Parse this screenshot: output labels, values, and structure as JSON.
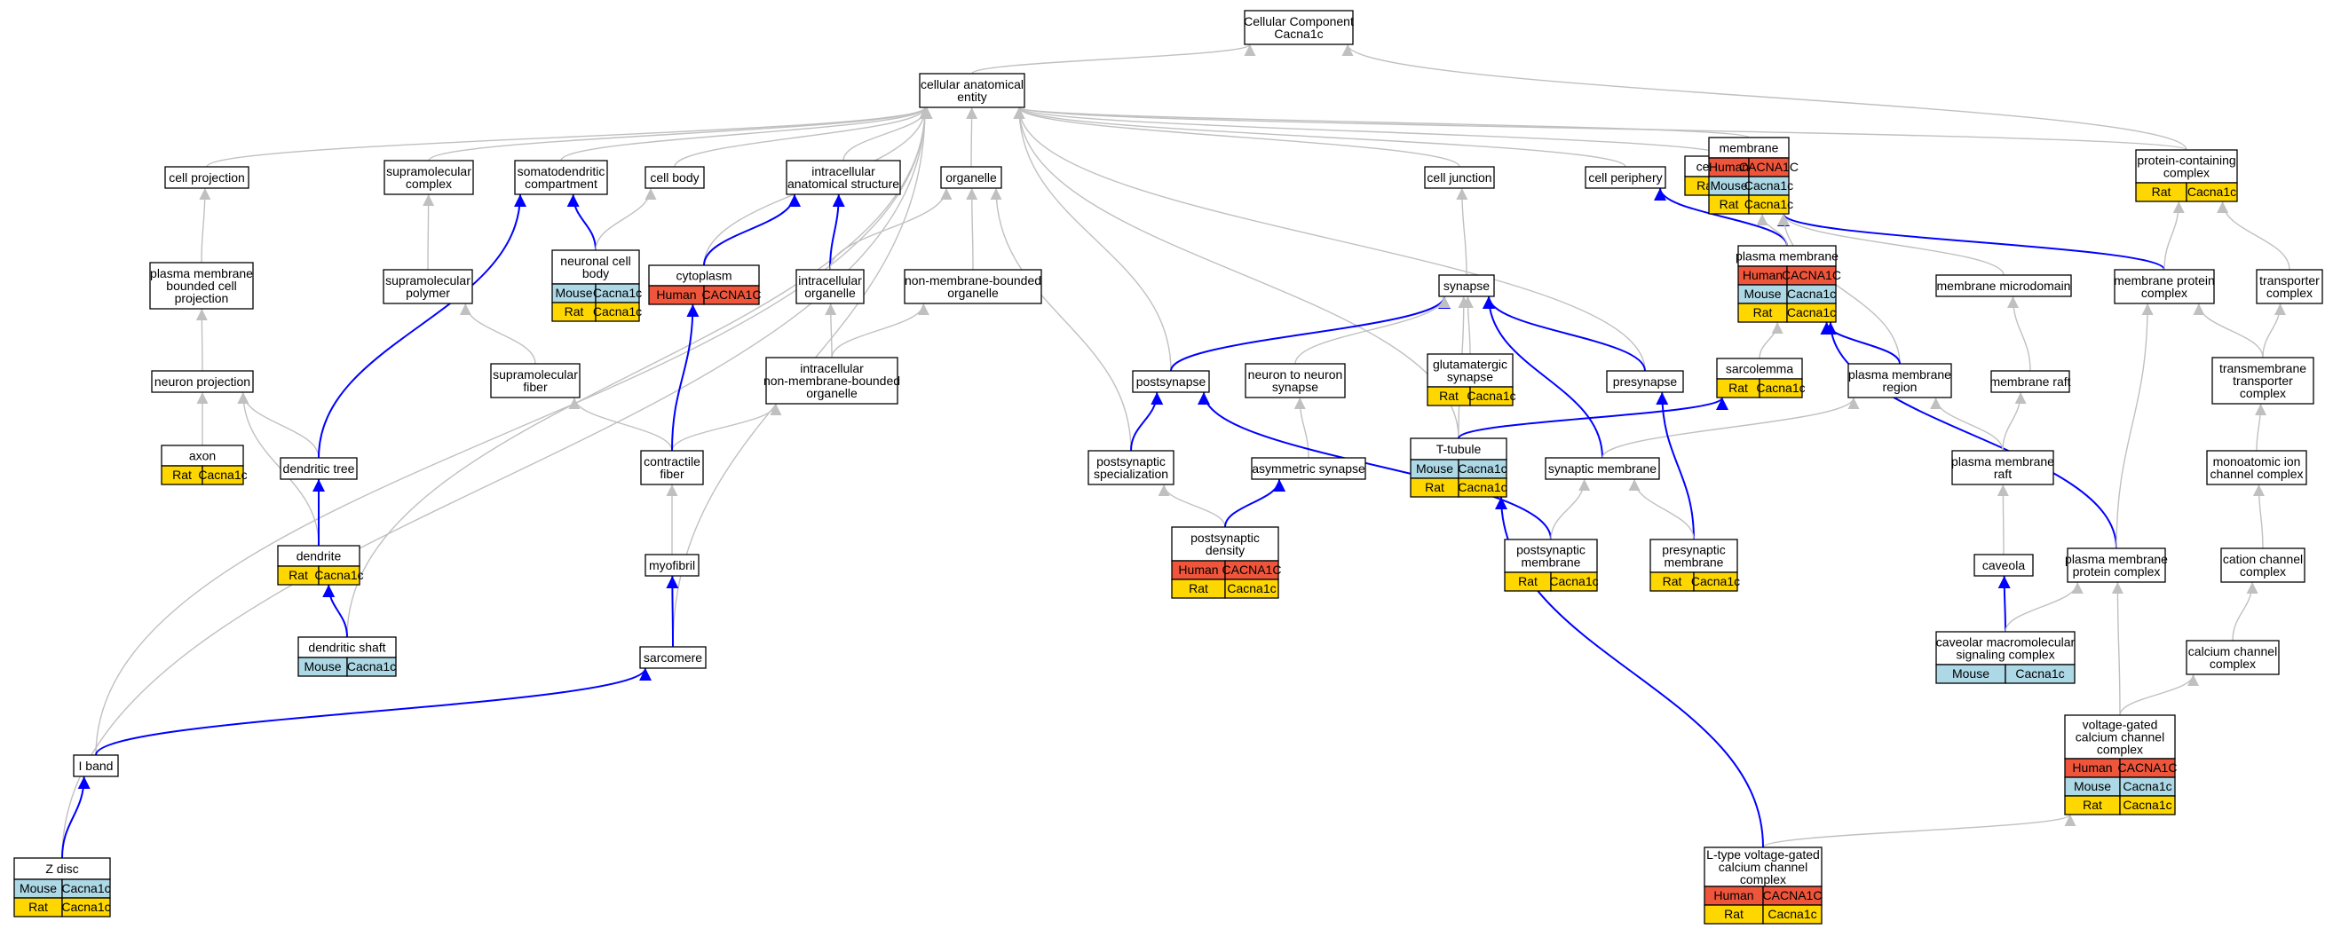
{
  "colors": {
    "gray_edge": "#c0c0c0",
    "blue_edge": "#0000ff",
    "human": "#ef553b",
    "mouse": "#add8e6",
    "rat": "#ffd700",
    "node_border": "#000000"
  },
  "nodes": [
    {
      "id": "cellular_component",
      "lines": [
        "Cellular Component",
        "Cacna1c"
      ],
      "orgs": []
    },
    {
      "id": "cellular_anatomical_entity",
      "lines": [
        "cellular anatomical",
        "entity"
      ],
      "orgs": []
    },
    {
      "id": "cell_projection",
      "lines": [
        "cell projection"
      ],
      "orgs": []
    },
    {
      "id": "supramolecular_complex",
      "lines": [
        "supramolecular",
        "complex"
      ],
      "orgs": []
    },
    {
      "id": "somatodendritic_compartment",
      "lines": [
        "somatodendritic",
        "compartment"
      ],
      "orgs": []
    },
    {
      "id": "cell_body",
      "lines": [
        "cell body"
      ],
      "orgs": []
    },
    {
      "id": "intracellular_anatomical_structure",
      "lines": [
        "intracellular",
        "anatomical structure"
      ],
      "orgs": []
    },
    {
      "id": "organelle",
      "lines": [
        "organelle"
      ],
      "orgs": []
    },
    {
      "id": "cell_junction",
      "lines": [
        "cell junction"
      ],
      "orgs": []
    },
    {
      "id": "cell_periphery",
      "lines": [
        "cell periphery"
      ],
      "orgs": []
    },
    {
      "id": "cell_surface",
      "lines": [
        "cell surface"
      ],
      "orgs": [
        [
          "Rat",
          "Cacna1c"
        ]
      ]
    },
    {
      "id": "membrane",
      "lines": [
        "membrane"
      ],
      "orgs": [
        [
          "Human",
          "CACNA1C"
        ],
        [
          "Mouse",
          "Cacna1c"
        ],
        [
          "Rat",
          "Cacna1c"
        ]
      ]
    },
    {
      "id": "protein_containing_complex",
      "lines": [
        "protein-containing",
        "complex"
      ],
      "orgs": [
        [
          "Rat",
          "Cacna1c"
        ]
      ]
    },
    {
      "id": "plasma_membrane_bounded_cell_projection",
      "lines": [
        "plasma membrane",
        "bounded cell",
        "projection"
      ],
      "orgs": []
    },
    {
      "id": "supramolecular_polymer",
      "lines": [
        "supramolecular",
        "polymer"
      ],
      "orgs": []
    },
    {
      "id": "neuronal_cell_body",
      "lines": [
        "neuronal cell",
        "body"
      ],
      "orgs": [
        [
          "Mouse",
          "Cacna1c"
        ],
        [
          "Rat",
          "Cacna1c"
        ]
      ]
    },
    {
      "id": "cytoplasm",
      "lines": [
        "cytoplasm"
      ],
      "orgs": [
        [
          "Human",
          "CACNA1C"
        ]
      ]
    },
    {
      "id": "intracellular_organelle",
      "lines": [
        "intracellular",
        "organelle"
      ],
      "orgs": []
    },
    {
      "id": "non_membrane_bounded_organelle",
      "lines": [
        "non-membrane-bounded",
        "organelle"
      ],
      "orgs": []
    },
    {
      "id": "synapse",
      "lines": [
        "synapse"
      ],
      "orgs": []
    },
    {
      "id": "plasma_membrane",
      "lines": [
        "plasma membrane"
      ],
      "orgs": [
        [
          "Human",
          "CACNA1C"
        ],
        [
          "Mouse",
          "Cacna1c"
        ],
        [
          "Rat",
          "Cacna1c"
        ]
      ]
    },
    {
      "id": "membrane_microdomain",
      "lines": [
        "membrane microdomain"
      ],
      "orgs": []
    },
    {
      "id": "membrane_protein_complex",
      "lines": [
        "membrane protein",
        "complex"
      ],
      "orgs": []
    },
    {
      "id": "transporter_complex",
      "lines": [
        "transporter",
        "complex"
      ],
      "orgs": []
    },
    {
      "id": "neuron_projection",
      "lines": [
        "neuron projection"
      ],
      "orgs": []
    },
    {
      "id": "supramolecular_fiber",
      "lines": [
        "supramolecular",
        "fiber"
      ],
      "orgs": []
    },
    {
      "id": "intracellular_non_membrane_bounded_organelle",
      "lines": [
        "intracellular",
        "non-membrane-bounded",
        "organelle"
      ],
      "orgs": []
    },
    {
      "id": "postsynapse",
      "lines": [
        "postsynapse"
      ],
      "orgs": []
    },
    {
      "id": "neuron_to_neuron_synapse",
      "lines": [
        "neuron to neuron",
        "synapse"
      ],
      "orgs": []
    },
    {
      "id": "glutamatergic_synapse",
      "lines": [
        "glutamatergic",
        "synapse"
      ],
      "orgs": [
        [
          "Rat",
          "Cacna1c"
        ]
      ]
    },
    {
      "id": "presynapse",
      "lines": [
        "presynapse"
      ],
      "orgs": []
    },
    {
      "id": "sarcolemma",
      "lines": [
        "sarcolemma"
      ],
      "orgs": [
        [
          "Rat",
          "Cacna1c"
        ]
      ]
    },
    {
      "id": "plasma_membrane_region",
      "lines": [
        "plasma membrane",
        "region"
      ],
      "orgs": []
    },
    {
      "id": "membrane_raft",
      "lines": [
        "membrane raft"
      ],
      "orgs": []
    },
    {
      "id": "transmembrane_transporter_complex",
      "lines": [
        "transmembrane",
        "transporter",
        "complex"
      ],
      "orgs": []
    },
    {
      "id": "axon",
      "lines": [
        "axon"
      ],
      "orgs": [
        [
          "Rat",
          "Cacna1c"
        ]
      ]
    },
    {
      "id": "dendritic_tree",
      "lines": [
        "dendritic tree"
      ],
      "orgs": []
    },
    {
      "id": "contractile_fiber",
      "lines": [
        "contractile",
        "fiber"
      ],
      "orgs": []
    },
    {
      "id": "postsynaptic_specialization",
      "lines": [
        "postsynaptic",
        "specialization"
      ],
      "orgs": []
    },
    {
      "id": "asymmetric_synapse",
      "lines": [
        "asymmetric synapse"
      ],
      "orgs": []
    },
    {
      "id": "t_tubule",
      "lines": [
        "T-tubule"
      ],
      "orgs": [
        [
          "Mouse",
          "Cacna1c"
        ],
        [
          "Rat",
          "Cacna1c"
        ]
      ]
    },
    {
      "id": "synaptic_membrane",
      "lines": [
        "synaptic membrane"
      ],
      "orgs": []
    },
    {
      "id": "plasma_membrane_raft",
      "lines": [
        "plasma membrane",
        "raft"
      ],
      "orgs": []
    },
    {
      "id": "monoatomic_ion_channel_complex",
      "lines": [
        "monoatomic ion",
        "channel complex"
      ],
      "orgs": []
    },
    {
      "id": "dendrite",
      "lines": [
        "dendrite"
      ],
      "orgs": [
        [
          "Rat",
          "Cacna1c"
        ]
      ]
    },
    {
      "id": "myofibril",
      "lines": [
        "myofibril"
      ],
      "orgs": []
    },
    {
      "id": "postsynaptic_density",
      "lines": [
        "postsynaptic",
        "density"
      ],
      "orgs": [
        [
          "Human",
          "CACNA1C"
        ],
        [
          "Rat",
          "Cacna1c"
        ]
      ]
    },
    {
      "id": "postsynaptic_membrane",
      "lines": [
        "postsynaptic",
        "membrane"
      ],
      "orgs": [
        [
          "Rat",
          "Cacna1c"
        ]
      ]
    },
    {
      "id": "presynaptic_membrane",
      "lines": [
        "presynaptic",
        "membrane"
      ],
      "orgs": [
        [
          "Rat",
          "Cacna1c"
        ]
      ]
    },
    {
      "id": "caveola",
      "lines": [
        "caveola"
      ],
      "orgs": []
    },
    {
      "id": "plasma_membrane_protein_complex",
      "lines": [
        "plasma membrane",
        "protein complex"
      ],
      "orgs": []
    },
    {
      "id": "cation_channel_complex",
      "lines": [
        "cation channel",
        "complex"
      ],
      "orgs": []
    },
    {
      "id": "dendritic_shaft",
      "lines": [
        "dendritic shaft"
      ],
      "orgs": [
        [
          "Mouse",
          "Cacna1c"
        ]
      ]
    },
    {
      "id": "sarcomere",
      "lines": [
        "sarcomere"
      ],
      "orgs": []
    },
    {
      "id": "caveolar_macromolecular_signaling_complex",
      "lines": [
        "caveolar macromolecular",
        "signaling complex"
      ],
      "orgs": [
        [
          "Mouse",
          "Cacna1c"
        ]
      ]
    },
    {
      "id": "calcium_channel_complex",
      "lines": [
        "calcium channel",
        "complex"
      ],
      "orgs": []
    },
    {
      "id": "i_band",
      "lines": [
        "I band"
      ],
      "orgs": []
    },
    {
      "id": "voltage_gated_calcium_channel_complex",
      "lines": [
        "voltage-gated",
        "calcium channel",
        "complex"
      ],
      "orgs": [
        [
          "Human",
          "CACNA1C"
        ],
        [
          "Mouse",
          "Cacna1c"
        ],
        [
          "Rat",
          "Cacna1c"
        ]
      ]
    },
    {
      "id": "z_disc",
      "lines": [
        "Z disc"
      ],
      "orgs": [
        [
          "Mouse",
          "Cacna1c"
        ],
        [
          "Rat",
          "Cacna1c"
        ]
      ]
    },
    {
      "id": "l_type_voltage_gated_calcium_channel_complex",
      "lines": [
        "L-type voltage-gated",
        "calcium channel",
        "complex"
      ],
      "orgs": [
        [
          "Human",
          "CACNA1C"
        ],
        [
          "Rat",
          "Cacna1c"
        ]
      ]
    }
  ],
  "edges": [
    [
      "cellular_anatomical_entity",
      "cellular_component",
      "gray"
    ],
    [
      "protein_containing_complex",
      "cellular_component",
      "gray"
    ],
    [
      "cell_projection",
      "cellular_anatomical_entity",
      "gray"
    ],
    [
      "supramolecular_complex",
      "cellular_anatomical_entity",
      "gray"
    ],
    [
      "somatodendritic_compartment",
      "cellular_anatomical_entity",
      "gray"
    ],
    [
      "cell_body",
      "cellular_anatomical_entity",
      "gray"
    ],
    [
      "intracellular_anatomical_structure",
      "cellular_anatomical_entity",
      "gray"
    ],
    [
      "organelle",
      "cellular_anatomical_entity",
      "gray"
    ],
    [
      "cell_junction",
      "cellular_anatomical_entity",
      "gray"
    ],
    [
      "cell_periphery",
      "cellular_anatomical_entity",
      "gray"
    ],
    [
      "cell_surface",
      "cellular_anatomical_entity",
      "gray"
    ],
    [
      "membrane",
      "cellular_anatomical_entity",
      "gray"
    ],
    [
      "protein_containing_complex",
      "cellular_anatomical_entity",
      "gray"
    ],
    [
      "z_disc",
      "cellular_anatomical_entity",
      "gray"
    ],
    [
      "i_band",
      "cellular_anatomical_entity",
      "gray"
    ],
    [
      "dendritic_shaft",
      "cellular_anatomical_entity",
      "gray"
    ],
    [
      "sarcomere",
      "cellular_anatomical_entity",
      "gray"
    ],
    [
      "cytoplasm",
      "cellular_anatomical_entity",
      "gray"
    ],
    [
      "postsynapse",
      "cellular_anatomical_entity",
      "gray"
    ],
    [
      "t_tubule",
      "cellular_anatomical_entity",
      "gray"
    ],
    [
      "presynapse",
      "cellular_anatomical_entity",
      "gray"
    ],
    [
      "plasma_membrane_bounded_cell_projection",
      "cell_projection",
      "gray"
    ],
    [
      "neuron_projection",
      "plasma_membrane_bounded_cell_projection",
      "gray"
    ],
    [
      "supramolecular_polymer",
      "supramolecular_complex",
      "gray"
    ],
    [
      "neuronal_cell_body",
      "somatodendritic_compartment",
      "blue"
    ],
    [
      "neuronal_cell_body",
      "cell_body",
      "gray"
    ],
    [
      "cytoplasm",
      "intracellular_anatomical_structure",
      "blue"
    ],
    [
      "intracellular_organelle",
      "intracellular_anatomical_structure",
      "blue"
    ],
    [
      "intracellular_organelle",
      "organelle",
      "gray"
    ],
    [
      "non_membrane_bounded_organelle",
      "organelle",
      "gray"
    ],
    [
      "postsynaptic_specialization",
      "organelle",
      "gray"
    ],
    [
      "plasma_membrane",
      "cell_periphery",
      "blue"
    ],
    [
      "plasma_membrane",
      "membrane",
      "gray"
    ],
    [
      "membrane_protein_complex",
      "membrane",
      "blue"
    ],
    [
      "membrane_microdomain",
      "membrane",
      "gray"
    ],
    [
      "plasma_membrane_region",
      "membrane",
      "gray"
    ],
    [
      "membrane_protein_complex",
      "protein_containing_complex",
      "gray"
    ],
    [
      "transporter_complex",
      "protein_containing_complex",
      "gray"
    ],
    [
      "supramolecular_fiber",
      "supramolecular_polymer",
      "gray"
    ],
    [
      "contractile_fiber",
      "supramolecular_fiber",
      "gray"
    ],
    [
      "intracellular_non_membrane_bounded_organelle",
      "intracellular_organelle",
      "gray"
    ],
    [
      "intracellular_non_membrane_bounded_organelle",
      "non_membrane_bounded_organelle",
      "gray"
    ],
    [
      "contractile_fiber",
      "intracellular_non_membrane_bounded_organelle",
      "gray"
    ],
    [
      "contractile_fiber",
      "cytoplasm",
      "blue"
    ],
    [
      "synapse",
      "cell_junction",
      "gray"
    ],
    [
      "postsynapse",
      "synapse",
      "blue"
    ],
    [
      "neuron_to_neuron_synapse",
      "synapse",
      "gray"
    ],
    [
      "glutamatergic_synapse",
      "synapse",
      "gray"
    ],
    [
      "presynapse",
      "synapse",
      "blue"
    ],
    [
      "synaptic_membrane",
      "synapse",
      "blue"
    ],
    [
      "t_tubule",
      "synapse",
      "gray"
    ],
    [
      "t_tubule",
      "sarcolemma",
      "blue"
    ],
    [
      "sarcolemma",
      "plasma_membrane",
      "gray"
    ],
    [
      "plasma_membrane_region",
      "plasma_membrane",
      "blue"
    ],
    [
      "plasma_membrane_protein_complex",
      "plasma_membrane",
      "blue"
    ],
    [
      "synaptic_membrane",
      "plasma_membrane_region",
      "gray"
    ],
    [
      "plasma_membrane_raft",
      "plasma_membrane_region",
      "gray"
    ],
    [
      "membrane_raft",
      "membrane_microdomain",
      "gray"
    ],
    [
      "plasma_membrane_raft",
      "membrane_raft",
      "gray"
    ],
    [
      "caveola",
      "plasma_membrane_raft",
      "gray"
    ],
    [
      "caveolar_macromolecular_signaling_complex",
      "caveola",
      "blue"
    ],
    [
      "caveolar_macromolecular_signaling_complex",
      "plasma_membrane_protein_complex",
      "gray"
    ],
    [
      "plasma_membrane_protein_complex",
      "membrane_protein_complex",
      "gray"
    ],
    [
      "transmembrane_transporter_complex",
      "membrane_protein_complex",
      "gray"
    ],
    [
      "transmembrane_transporter_complex",
      "transporter_complex",
      "gray"
    ],
    [
      "monoatomic_ion_channel_complex",
      "transmembrane_transporter_complex",
      "gray"
    ],
    [
      "cation_channel_complex",
      "monoatomic_ion_channel_complex",
      "gray"
    ],
    [
      "calcium_channel_complex",
      "cation_channel_complex",
      "gray"
    ],
    [
      "voltage_gated_calcium_channel_complex",
      "calcium_channel_complex",
      "gray"
    ],
    [
      "voltage_gated_calcium_channel_complex",
      "plasma_membrane_protein_complex",
      "gray"
    ],
    [
      "l_type_voltage_gated_calcium_channel_complex",
      "voltage_gated_calcium_channel_complex",
      "gray"
    ],
    [
      "l_type_voltage_gated_calcium_channel_complex",
      "t_tubule",
      "blue"
    ],
    [
      "axon",
      "neuron_projection",
      "gray"
    ],
    [
      "dendritic_tree",
      "neuron_projection",
      "gray"
    ],
    [
      "dendrite",
      "neuron_projection",
      "gray"
    ],
    [
      "dendritic_tree",
      "somatodendritic_compartment",
      "blue"
    ],
    [
      "dendrite",
      "dendritic_tree",
      "blue"
    ],
    [
      "dendritic_shaft",
      "dendrite",
      "blue"
    ],
    [
      "myofibril",
      "contractile_fiber",
      "gray"
    ],
    [
      "sarcomere",
      "myofibril",
      "blue"
    ],
    [
      "i_band",
      "sarcomere",
      "blue"
    ],
    [
      "z_disc",
      "i_band",
      "blue"
    ],
    [
      "postsynaptic_specialization",
      "postsynapse",
      "blue"
    ],
    [
      "postsynaptic_density",
      "postsynaptic_specialization",
      "gray"
    ],
    [
      "postsynaptic_density",
      "asymmetric_synapse",
      "blue"
    ],
    [
      "asymmetric_synapse",
      "neuron_to_neuron_synapse",
      "gray"
    ],
    [
      "postsynaptic_membrane",
      "postsynapse",
      "blue"
    ],
    [
      "postsynaptic_membrane",
      "synaptic_membrane",
      "gray"
    ],
    [
      "presynaptic_membrane",
      "presynapse",
      "blue"
    ],
    [
      "presynaptic_membrane",
      "synaptic_membrane",
      "gray"
    ]
  ]
}
